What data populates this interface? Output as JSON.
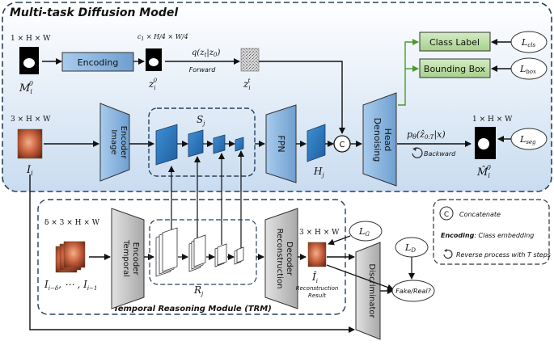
{
  "title": "Multi-task Diffusion Model",
  "top": {
    "mask_dim": "1 × H × W",
    "mask_label": "M",
    "mask_sub": "i",
    "mask_sup": "0",
    "encoding": "Encoding",
    "latent_dim_c": "c",
    "latent_dim_c_sub": "1",
    "latent_dim_h_num": "H",
    "latent_dim_h_den": "4",
    "latent_dim_w_num": "W",
    "latent_dim_w_den": "4",
    "latent_label": "z",
    "latent_sub": "i",
    "latent_sup": "0",
    "forward_eq": "q(z",
    "forward_eq_t": "t",
    "forward_eq_mid": "|z",
    "forward_eq_0": "0",
    "forward_eq_end": ")",
    "forward_label": "Forward",
    "noisy_label": "z",
    "noisy_sub": "i",
    "noisy_sup": "t",
    "class_label": "Class Label",
    "bounding_box": "Bounding Box",
    "loss_cls": "L",
    "loss_cls_sub": "cls",
    "loss_box": "L",
    "loss_box_sub": "box",
    "loss_seg": "L",
    "loss_seg_sub": "seg"
  },
  "mid": {
    "image_dim": "3 × H × W",
    "image_label": "I",
    "image_sub": "i",
    "image_encoder_1": "Image",
    "image_encoder_2": "Encoder",
    "s_label": "S",
    "s_sub": "j",
    "fpn": "FPN",
    "h_label": "H",
    "h_sub": "j",
    "concat": "C",
    "denoise_1": "Denoising",
    "denoise_2": "Head",
    "p_eq": "p",
    "p_eq_theta": "θ",
    "p_eq_rest": "(ẑ",
    "p_eq_sub": "0:T",
    "p_eq_end": "|x)",
    "backward": "Backward",
    "out_dim": "1 × H × W",
    "out_label": "M̂",
    "out_sub": "i",
    "out_sup": "0"
  },
  "trm": {
    "title": "Temporal Reasoning Module (TRM)",
    "seq_dim": "δ × 3 × H × W",
    "seq_label": "I",
    "seq_label_sub1": "i−δ",
    "seq_label_mid": ", ⋯ , I",
    "seq_label_sub2": "i−1",
    "temporal_1": "Temporal",
    "temporal_2": "Encoder",
    "r_label": "R",
    "r_sub": "j",
    "recon_1": "Reconstruction",
    "recon_2": "Decoder",
    "recon_dim": "3 × H × W",
    "recon_img": "Î",
    "recon_img_sub": "i",
    "recon_result_1": "Reconstruction",
    "recon_result_2": "Result",
    "loss_g": "L",
    "loss_g_sub": "G",
    "loss_d": "L",
    "loss_d_sub": "D",
    "discriminator": "Discriminator",
    "fake_real": "Fake/Real?"
  },
  "legend": {
    "concat_symbol": "C",
    "concat_text": "Concatenate",
    "encoding_key": "Encoding",
    "encoding_text": ": Class embedding",
    "reverse_text": "Reverse process with T steps"
  },
  "colors": {
    "top_bg": "#d6e4f3",
    "blue_block": "#8fb8e0",
    "green_block": "#b9dba4",
    "gray_block": "#c4c4c4"
  }
}
